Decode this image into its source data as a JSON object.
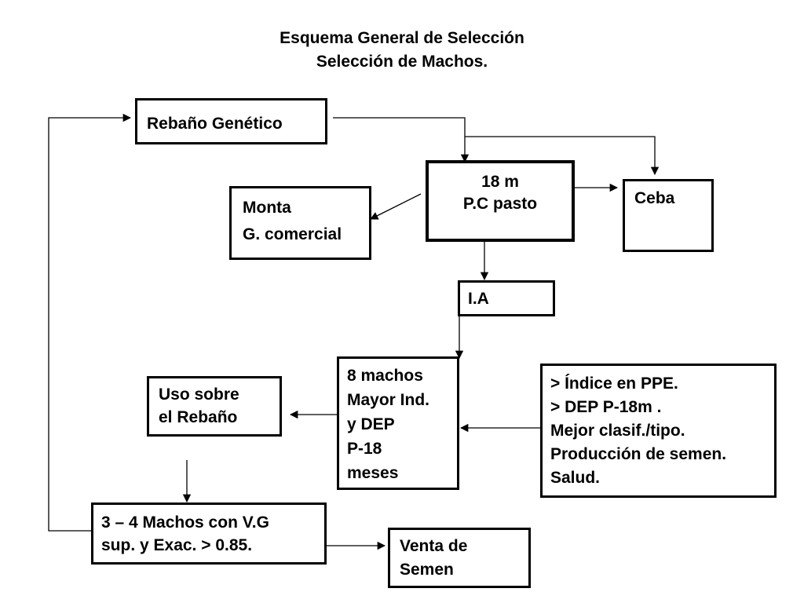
{
  "title": {
    "line1": "Esquema General de Selección",
    "line2": "Selección de Machos."
  },
  "nodes": {
    "rebano_genetico": "Rebaño Genético",
    "pc_pasto": {
      "line1": "18 m",
      "line2": "P.C pasto"
    },
    "monta": {
      "line1": "Monta",
      "line2": "G. comercial"
    },
    "ceba": "Ceba",
    "ia": "I.A",
    "machos": {
      "line1": "8 machos",
      "line2": "Mayor Ind.",
      "line3": "y DEP",
      "line4": "P-18",
      "line5": "meses"
    },
    "criterios": {
      "line1": "> Índice en PPE.",
      "line2": "> DEP  P-18m .",
      "line3": "Mejor  clasif./tipo.",
      "line4": "Producción de semen.",
      "line5": "Salud."
    },
    "uso": {
      "line1": "Uso sobre",
      "line2": "el Rebaño"
    },
    "vg": {
      "line1": "3 – 4 Machos con V.G",
      "line2": "sup. y Exac. > 0.85."
    },
    "venta": {
      "line1": "Venta de",
      "line2": "Semen"
    }
  },
  "colors": {
    "stroke": "#000000",
    "background": "#ffffff"
  }
}
